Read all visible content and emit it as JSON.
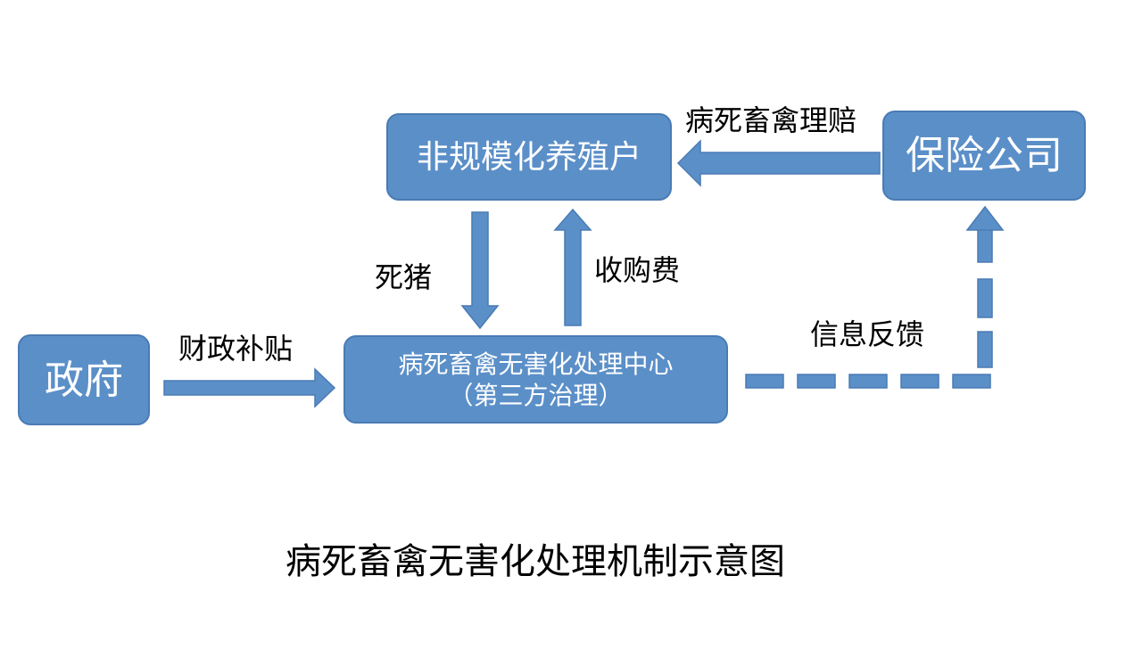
{
  "nodes": {
    "farm": "非规模化养殖户",
    "insurance": "保险公司",
    "government": "政府",
    "center_line1": "病死畜禽无害化处理中心",
    "center_line2": "（第三方治理）"
  },
  "edge_labels": {
    "claim": "病死畜禽理赔",
    "dead_pig": "死猪",
    "purchase_fee": "收购费",
    "subsidy": "财政补贴",
    "feedback": "信息反馈"
  },
  "title": "病死畜禽无害化处理机制示意图",
  "colors": {
    "node_fill": "#5b8fc8",
    "node_border": "#4a7bb4",
    "arrow": "#5b8fc8",
    "node_text": "#ffffff",
    "label_text": "#000000"
  }
}
